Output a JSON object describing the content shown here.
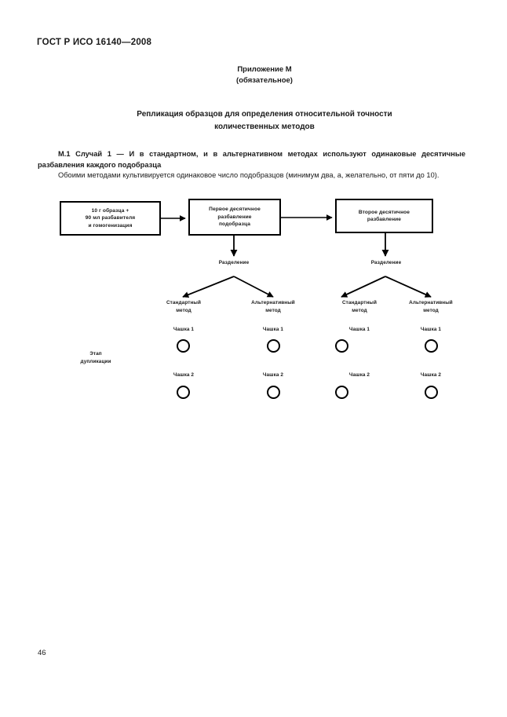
{
  "document": {
    "standard_ref": "ГОСТ Р ИСО 16140—2008",
    "page_number": "46"
  },
  "annex": {
    "name": "Приложение М",
    "status": "(обязательное)"
  },
  "title": {
    "line1": "Репликация образцов для определения относительной точности",
    "line2": "количественных методов"
  },
  "clause": {
    "number_and_lead": "М.1 Случай 1 — ",
    "text": "И в стандартном, и в альтернативном методах используют одинаковые десятичные разбавления каждого подобразца",
    "paragraph": "Обоими методами культивируется одинаковое число подобразцов  (минимум два, а, желательно,  от пяти до 10)."
  },
  "flowchart": {
    "boxes": [
      {
        "id": "box-sample",
        "text": "10 г образца +\n90 мл разбавителя\nи гомогенизация"
      },
      {
        "id": "box-dil1",
        "text": "Первое десятичное\nразбавление\nподобразца"
      },
      {
        "id": "box-dil2",
        "text": "Второе десятичное\nразбавление"
      }
    ],
    "split_labels": [
      {
        "id": "split-1",
        "text": "Разделение"
      },
      {
        "id": "split-2",
        "text": "Разделение"
      }
    ],
    "methods": [
      {
        "id": "method-1",
        "text": "Стандартный\nметод"
      },
      {
        "id": "method-2",
        "text": "Альтернативный\nметод"
      },
      {
        "id": "method-3",
        "text": "Стандартный\nметод"
      },
      {
        "id": "method-4",
        "text": "Альтернативный\nметод"
      }
    ],
    "dishes_row1": [
      {
        "id": "dish-1-1",
        "text": "Чашка 1"
      },
      {
        "id": "dish-1-2",
        "text": "Чашка 1"
      },
      {
        "id": "dish-1-3",
        "text": "Чашка 1"
      },
      {
        "id": "dish-1-4",
        "text": "Чашка 1"
      }
    ],
    "dishes_row2": [
      {
        "id": "dish-2-1",
        "text": "Чашка 2"
      },
      {
        "id": "dish-2-2",
        "text": "Чашка 2"
      },
      {
        "id": "dish-2-3",
        "text": "Чашка 2"
      },
      {
        "id": "dish-2-4",
        "text": "Чашка 2"
      }
    ],
    "stage_label": "Этап\nдупликации"
  },
  "colors": {
    "ink": "#1a1a1a",
    "line": "#000000",
    "paper": "#ffffff"
  }
}
